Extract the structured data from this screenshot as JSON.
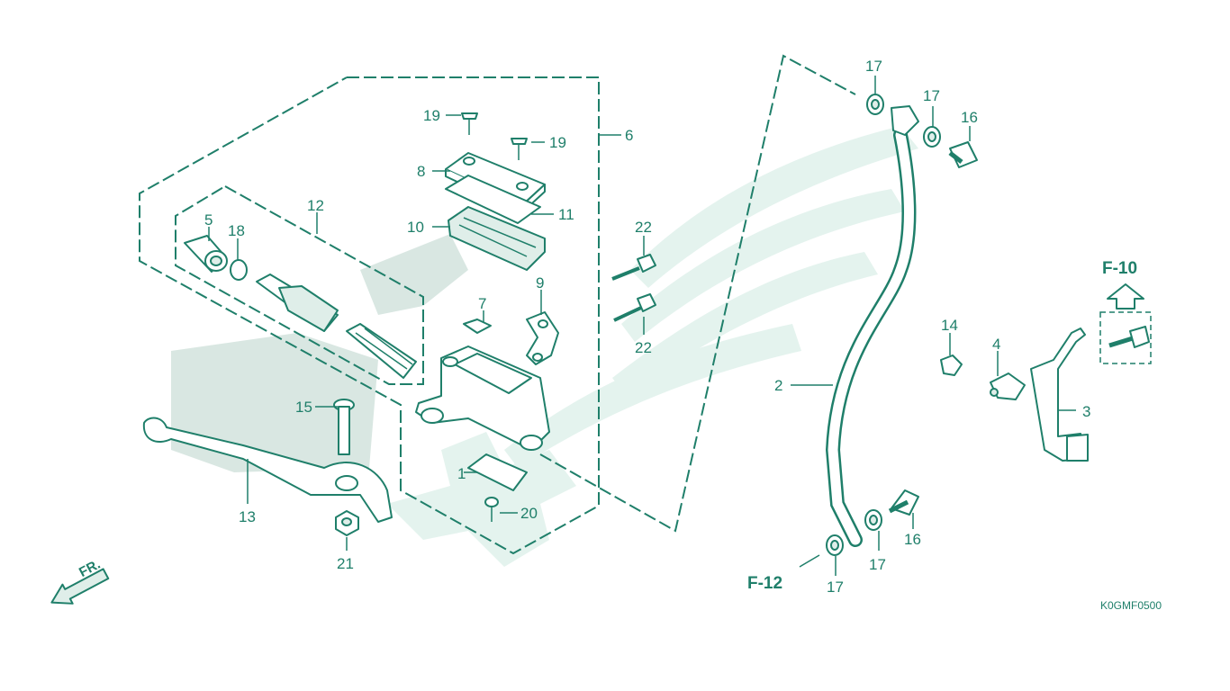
{
  "colors": {
    "ink": "#1f7f6a",
    "watermark": "#e4f3ee",
    "background": "#ffffff"
  },
  "callouts": [
    {
      "id": "c1",
      "text": "1"
    },
    {
      "id": "c2",
      "text": "2"
    },
    {
      "id": "c3",
      "text": "3"
    },
    {
      "id": "c4",
      "text": "4"
    },
    {
      "id": "c5",
      "text": "5"
    },
    {
      "id": "c6",
      "text": "6"
    },
    {
      "id": "c7",
      "text": "7"
    },
    {
      "id": "c8",
      "text": "8"
    },
    {
      "id": "c9",
      "text": "9"
    },
    {
      "id": "c10",
      "text": "10"
    },
    {
      "id": "c11",
      "text": "11"
    },
    {
      "id": "c12",
      "text": "12"
    },
    {
      "id": "c13",
      "text": "13"
    },
    {
      "id": "c14",
      "text": "14"
    },
    {
      "id": "c15",
      "text": "15"
    },
    {
      "id": "c16a",
      "text": "16"
    },
    {
      "id": "c16b",
      "text": "16"
    },
    {
      "id": "c17a",
      "text": "17"
    },
    {
      "id": "c17b",
      "text": "17"
    },
    {
      "id": "c17c",
      "text": "17"
    },
    {
      "id": "c17d",
      "text": "17"
    },
    {
      "id": "c18",
      "text": "18"
    },
    {
      "id": "c19a",
      "text": "19"
    },
    {
      "id": "c19b",
      "text": "19"
    },
    {
      "id": "c20",
      "text": "20"
    },
    {
      "id": "c21",
      "text": "21"
    },
    {
      "id": "c22a",
      "text": "22"
    },
    {
      "id": "c22b",
      "text": "22"
    }
  ],
  "references": {
    "f10": "F-10",
    "f12": "F-12"
  },
  "diagram_code": "K0GMF0500",
  "direction": {
    "label": "FR.",
    "icon": "front-arrow-icon"
  }
}
